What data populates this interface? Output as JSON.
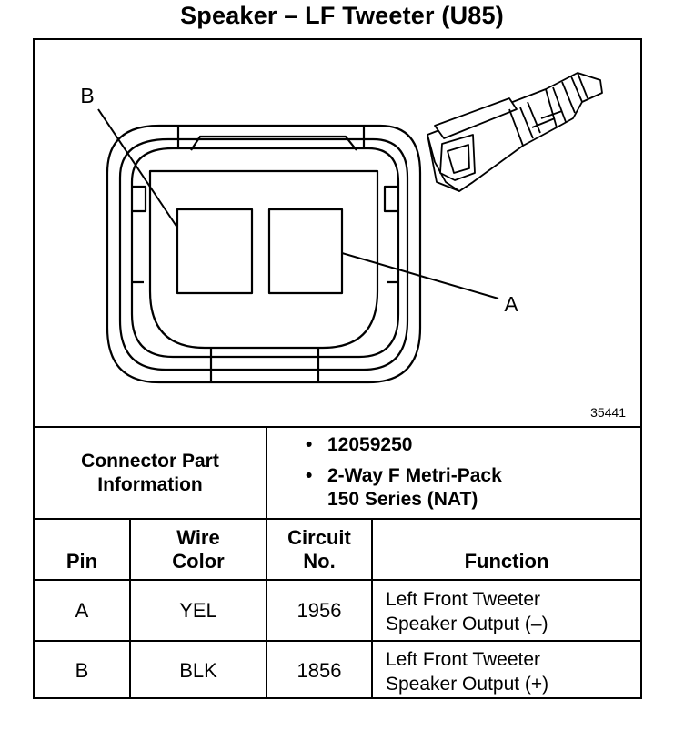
{
  "title": "Speaker – LF Tweeter (U85)",
  "diagram": {
    "figure_number": "35441",
    "callouts": [
      "B",
      "A"
    ]
  },
  "connector_info": {
    "label_line1": "Connector Part",
    "label_line2": "Information",
    "part_number": "12059250",
    "description_line1": "2-Way F Metri-Pack",
    "description_line2": "150 Series (NAT)",
    "bullet": "•"
  },
  "table": {
    "headers": {
      "pin": "Pin",
      "wire_color_line1": "Wire",
      "wire_color_line2": "Color",
      "circuit_line1": "Circuit",
      "circuit_line2": "No.",
      "function": "Function"
    },
    "rows": [
      {
        "pin": "A",
        "wire_color": "YEL",
        "circuit": "1956",
        "function_line1": "Left Front Tweeter",
        "function_line2": "Speaker Output (–)"
      },
      {
        "pin": "B",
        "wire_color": "BLK",
        "circuit": "1856",
        "function_line1": "Left Front Tweeter",
        "function_line2": "Speaker Output (+)"
      }
    ]
  }
}
